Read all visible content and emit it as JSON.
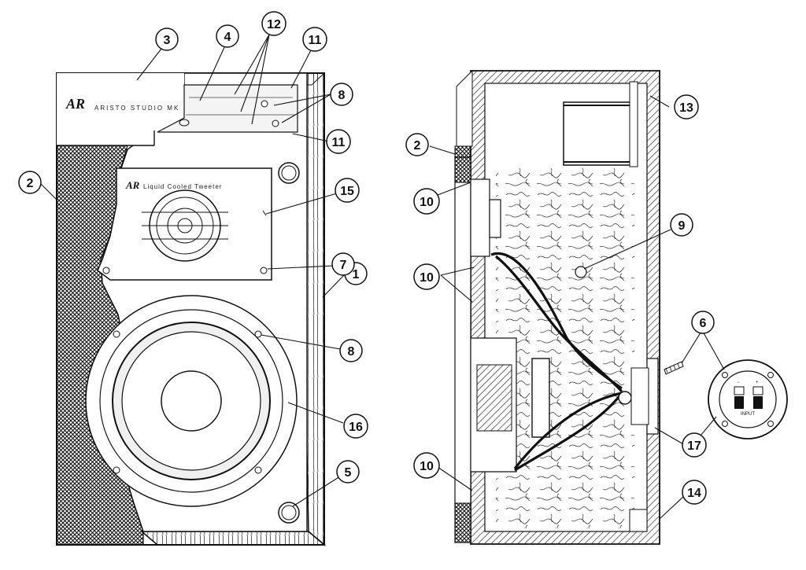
{
  "front_view": {
    "logo": "AR",
    "brand_line": "ARISTO STUDIO MK",
    "tweeter_logo": "AR",
    "tweeter_label": "Liquid Cooled Tweeter"
  },
  "terminal_plate": {
    "minus": "−",
    "plus": "+",
    "label": "INPUT"
  },
  "callouts": [
    {
      "id": "c1",
      "label": "1"
    },
    {
      "id": "c2a",
      "label": "2"
    },
    {
      "id": "c2b",
      "label": "2"
    },
    {
      "id": "c3",
      "label": "3"
    },
    {
      "id": "c4",
      "label": "4"
    },
    {
      "id": "c5",
      "label": "5"
    },
    {
      "id": "c6",
      "label": "6"
    },
    {
      "id": "c7",
      "label": "7"
    },
    {
      "id": "c8a",
      "label": "8"
    },
    {
      "id": "c8b",
      "label": "8"
    },
    {
      "id": "c9",
      "label": "9"
    },
    {
      "id": "c10a",
      "label": "10"
    },
    {
      "id": "c10b",
      "label": "10"
    },
    {
      "id": "c10c",
      "label": "10"
    },
    {
      "id": "c11a",
      "label": "11"
    },
    {
      "id": "c11b",
      "label": "11"
    },
    {
      "id": "c12",
      "label": "12"
    },
    {
      "id": "c13",
      "label": "13"
    },
    {
      "id": "c14",
      "label": "14"
    },
    {
      "id": "c15",
      "label": "15"
    },
    {
      "id": "c16",
      "label": "16"
    },
    {
      "id": "c17",
      "label": "17"
    }
  ]
}
